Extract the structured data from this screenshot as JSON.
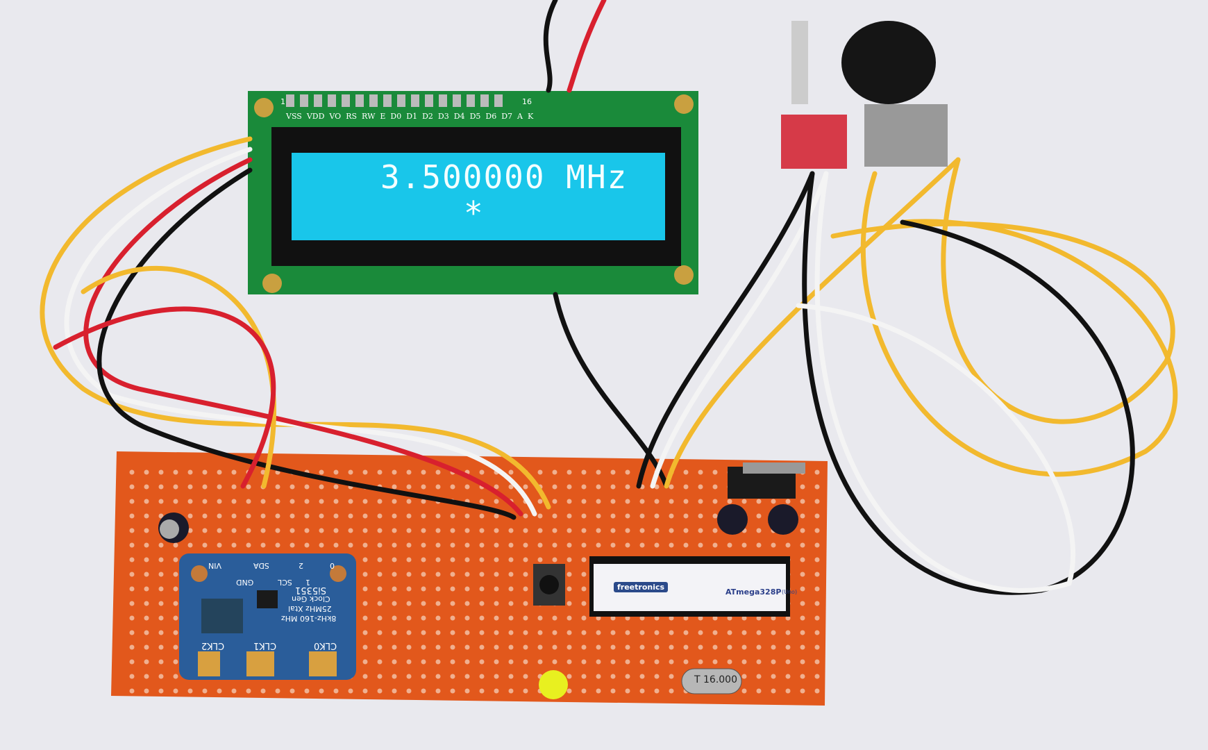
{
  "lcd": {
    "line1": "3.500000 MHz",
    "line2": "*",
    "pin_start": "1",
    "pin_end": "16",
    "pin_labels": [
      "VSS",
      "VDD",
      "VO",
      "RS",
      "RW",
      "E",
      "D0",
      "D1",
      "D2",
      "D3",
      "D4",
      "D5",
      "D6",
      "D7",
      "A",
      "K"
    ]
  },
  "clock_board": {
    "title": "Si5351",
    "subtitle": "Clock Gen",
    "xtal": "25MHz Xtal",
    "range": "8kHz-160 MHz",
    "pins": [
      "VIN",
      "GND",
      "SDA",
      "SCL",
      "2",
      "1",
      "0"
    ],
    "outputs": [
      "CLK2",
      "CLK1",
      "CLK0"
    ]
  },
  "mcu_board": {
    "brand": "freetronics",
    "chip": "ATmega328P",
    "variant": "(Uno)"
  },
  "crystal": {
    "label": "T 16.000"
  },
  "colors": {
    "lcd_screen": "#19c6ea",
    "lcd_pcb": "#1a8a3a",
    "perfboard": "#e2581c",
    "clock_board": "#2a5d9a",
    "led": "#e8f020"
  }
}
